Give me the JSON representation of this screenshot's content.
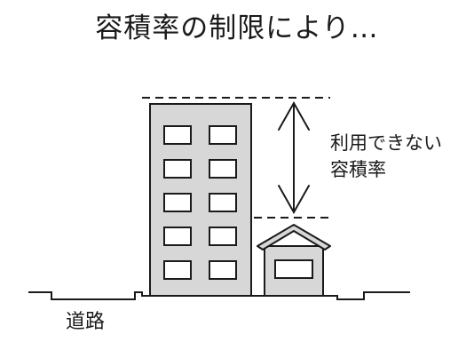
{
  "title": "容積率の制限により…",
  "annotation": {
    "line1": "利用できない",
    "line2": "容積率"
  },
  "road_label": "道路",
  "colors": {
    "building_fill": "#d7d7d7",
    "window_fill": "#ffffff",
    "stroke": "#1a1a1a"
  },
  "icons": {
    "arrow": "double-headed-vertical-arrow"
  }
}
